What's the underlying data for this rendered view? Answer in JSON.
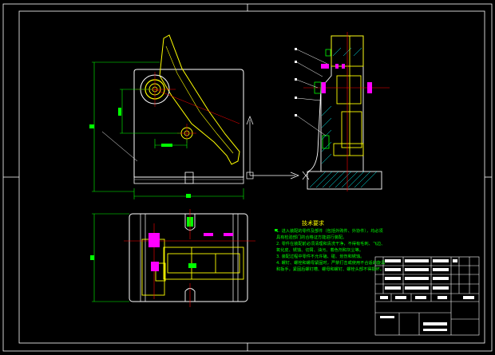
{
  "drawing": {
    "notes_heading": "技术要求",
    "notes": [
      "1. 进入装配的零件及部件（包括外购件、外协件），均必须",
      "具有检验部门的合格证方能进行装配。",
      "2. 零件在装配前必须清理和清洗干净，不得有毛刺、飞边、",
      "氧化皮、锈蚀、切屑、油污、着色剂和灰尘等。",
      "3. 装配过程中零件不允许磕、碰、划伤和锈蚀。",
      "4. 螺钉、螺栓和螺母紧固时，严禁打击或使用不合适的旋具",
      "和扳手，紧固后螺钉槽、螺母和螺钉、螺栓头部不得损坏。"
    ],
    "colors": {
      "background": "#000000",
      "outline": "#ffffff",
      "dimension": "#00ff00",
      "centerline": "#ff0000",
      "part": "#ffff00",
      "hatch": "#00ffff",
      "leader": "#ff00ff"
    }
  }
}
